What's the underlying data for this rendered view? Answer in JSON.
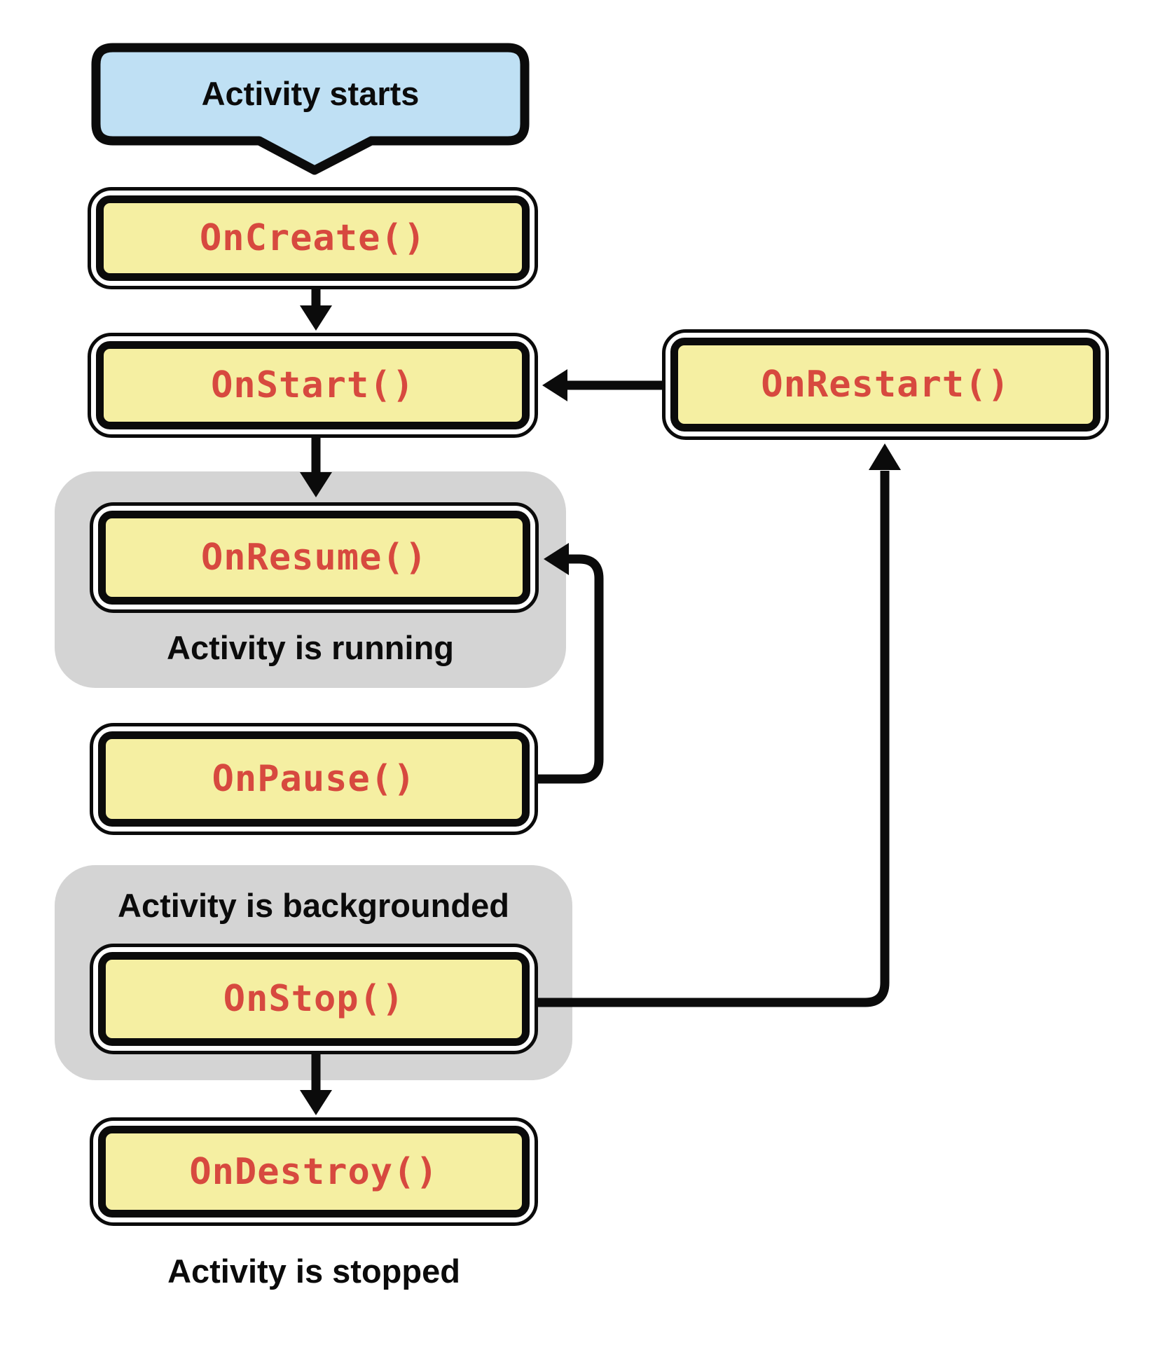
{
  "colors": {
    "yellow": "#F5EFA2",
    "blue": "#BFE0F4",
    "gray": "#D4D4D4",
    "red": "#D7493F",
    "ink": "#0B0B0B"
  },
  "diagram": {
    "type": "flowchart",
    "topic": "Android Activity lifecycle",
    "start_bubble": {
      "label": "Activity starts"
    },
    "nodes": {
      "oncreate": {
        "label": "OnCreate()"
      },
      "onstart": {
        "label": "OnStart()"
      },
      "onrestart": {
        "label": "OnRestart()"
      },
      "onresume": {
        "label": "OnResume()"
      },
      "onpause": {
        "label": "OnPause()"
      },
      "onstop": {
        "label": "OnStop()"
      },
      "ondestroy": {
        "label": "OnDestroy()"
      }
    },
    "state_labels": {
      "running": "Activity is running",
      "backgrounded": "Activity is backgrounded",
      "stopped": "Activity is stopped"
    },
    "edges": [
      {
        "from": "activity-starts",
        "to": "oncreate"
      },
      {
        "from": "oncreate",
        "to": "onstart"
      },
      {
        "from": "onstart",
        "to": "onresume"
      },
      {
        "from": "onpause",
        "to": "onresume"
      },
      {
        "from": "onstop",
        "to": "onrestart"
      },
      {
        "from": "onrestart",
        "to": "onstart"
      },
      {
        "from": "onstop",
        "to": "ondestroy"
      }
    ]
  }
}
